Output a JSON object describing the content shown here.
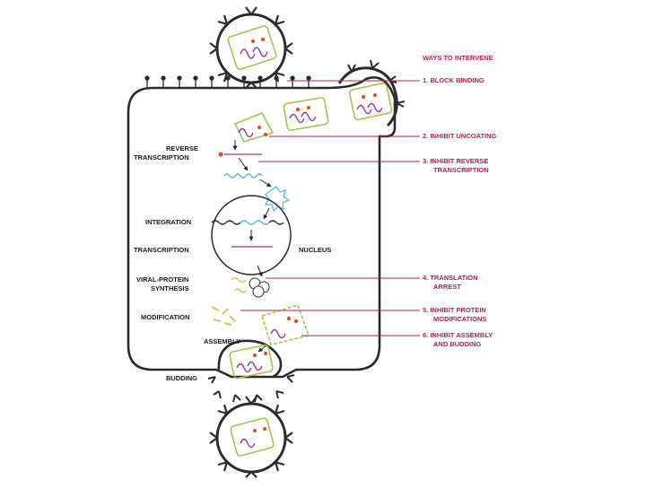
{
  "header": {
    "title": "WAYS TO INTERVENE"
  },
  "interventions": [
    {
      "line1": "1. BLOCK BINDING",
      "line2": ""
    },
    {
      "line1": "2. INHIBIT UNCOATING",
      "line2": ""
    },
    {
      "line1": "3. INHIBIT REVERSE",
      "line2": "TRANSCRIPTION"
    },
    {
      "line1": "4. TRANSLATION",
      "line2": "ARREST"
    },
    {
      "line1": "5. INHIBIT PROTEIN",
      "line2": "MODIFICATIONS"
    },
    {
      "line1": "6. INHIBIT ASSEMBLY",
      "line2": "AND BUDDING"
    }
  ],
  "stages": {
    "reverse_transcription": {
      "line1": "REVERSE",
      "line2": "TRANSCRIPTION"
    },
    "integration": "INTEGRATION",
    "transcription": "TRANSCRIPTION",
    "nucleus": "NUCLEUS",
    "viral_protein_synthesis": {
      "line1": "VIRAL-PROTEIN",
      "line2": "SYNTHESIS"
    },
    "modification": "MODIFICATION",
    "assembly": "ASSEMBLY",
    "budding": "BUDDING"
  },
  "colors": {
    "membrane": "#2b2b2b",
    "intervention": "#c2185b",
    "capsid": "#9bc53d",
    "rna": "#a0309a",
    "reverse_enzyme": "#e24a1a",
    "dna": "#58b7e0"
  }
}
